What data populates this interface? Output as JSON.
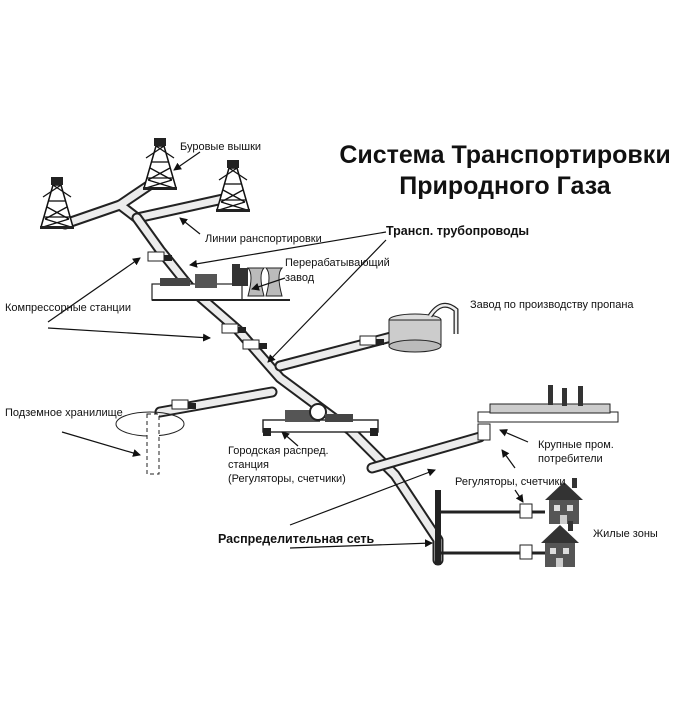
{
  "diagram": {
    "title_line1": "Система Транспортировки",
    "title_line2": "Природного Газа",
    "labels": {
      "drilling_rigs": "Буровые вышки",
      "transport_lines": "Линии ранспортировки",
      "transport_pipelines": "Трансп. трубопроводы",
      "processing_plant_line1": "Перерабатывающий",
      "processing_plant_line2": "завод",
      "compressor_stations": "Компрессорные станции",
      "propane_plant": "Завод по производству пропана",
      "underground_storage": "Подземное хранилище",
      "city_station_line1": "Городская распред.",
      "city_station_line2": "станция",
      "city_station_line3": "(Регуляторы, счетчики)",
      "large_consumers_line1": "Крупные пром.",
      "large_consumers_line2": "потребители",
      "regulators_meters": "Регуляторы, счетчики",
      "residential_zones": "Жилые зоны",
      "distribution_network": "Распределительная сеть"
    }
  }
}
